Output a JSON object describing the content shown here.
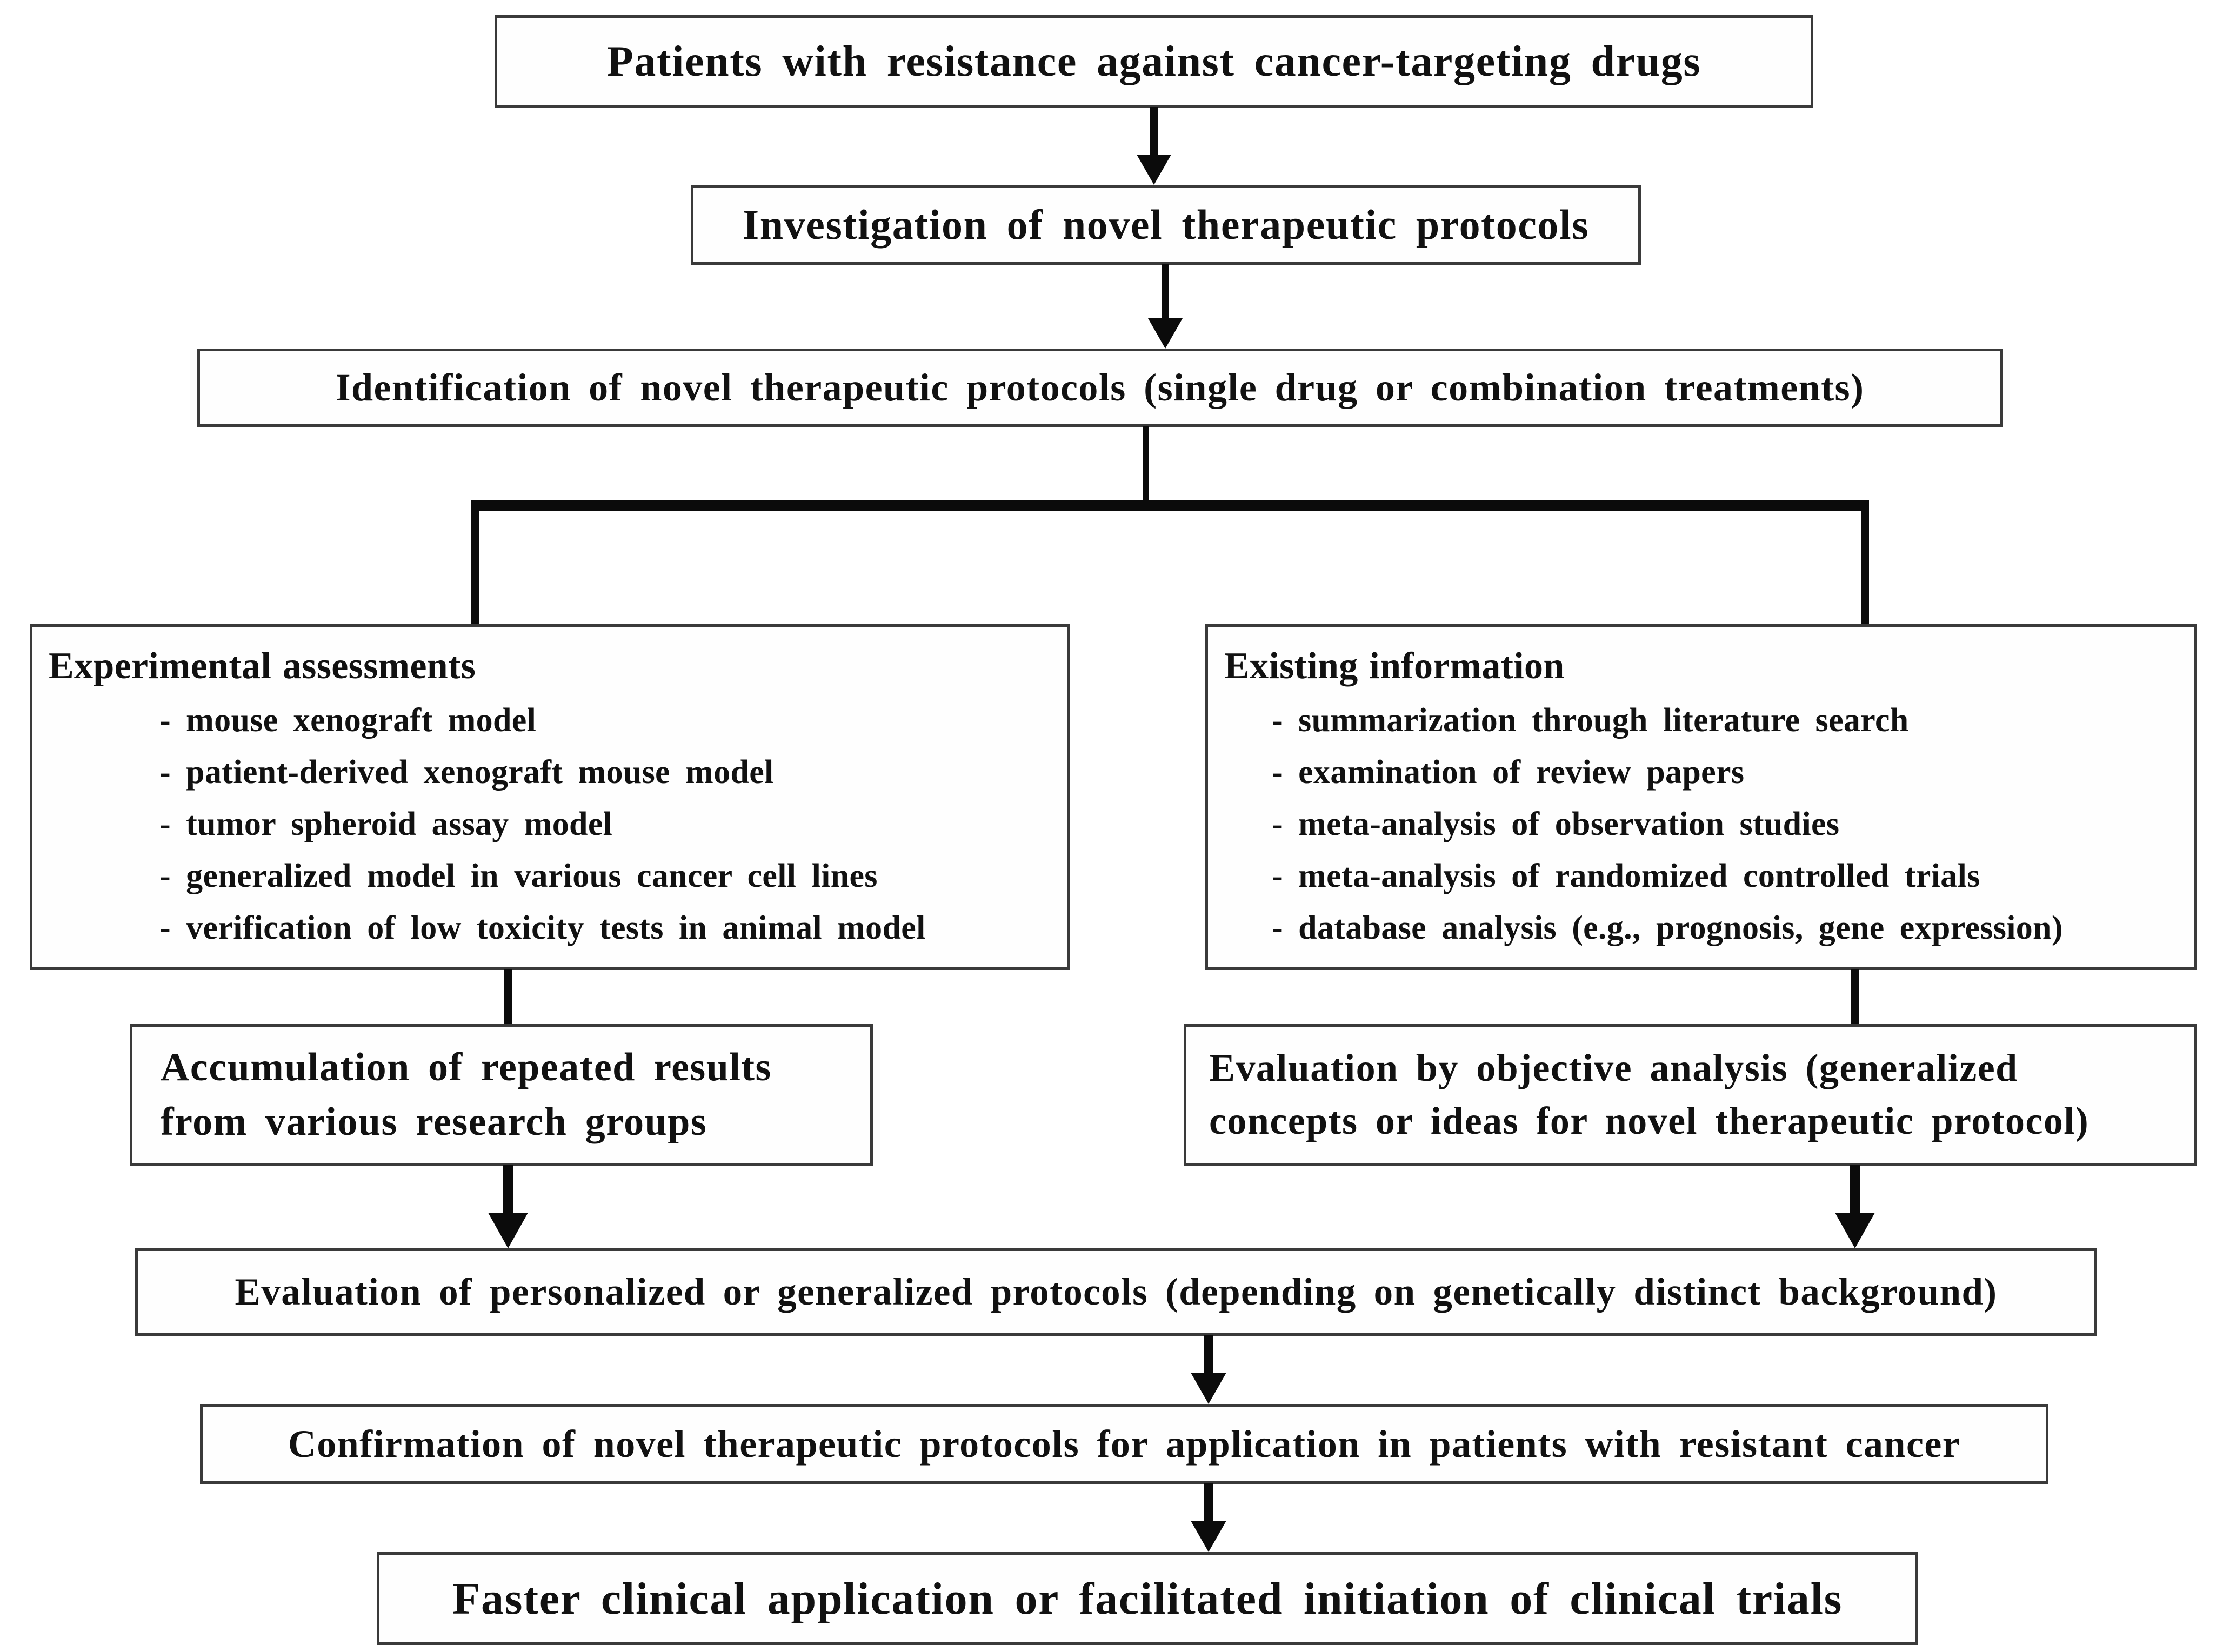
{
  "figure": {
    "type": "flowchart",
    "background": "#ffffff",
    "box_background": "#fefefe",
    "border_color": "#3a3a3a",
    "text_color": "#111111",
    "connector_color": "#0b0b0b"
  },
  "nodes": {
    "patients": {
      "label": "Patients with resistance against cancer-targeting drugs"
    },
    "investigation": {
      "label": "Investigation of novel therapeutic protocols"
    },
    "identification": {
      "label": "Identification of novel therapeutic protocols (single drug or combination treatments)"
    },
    "experimental": {
      "title": "Experimental assessments",
      "items": [
        "- mouse xenograft model",
        "- patient-derived xenograft mouse model",
        "- tumor spheroid assay model",
        "- generalized model in various cancer cell lines",
        "- verification of low toxicity tests in animal model"
      ]
    },
    "existing": {
      "title": "Existing information",
      "items": [
        "- summarization through literature search",
        "- examination of review papers",
        "- meta-analysis of observation studies",
        "- meta-analysis of randomized controlled trials",
        "- database analysis (e.g., prognosis, gene expression)"
      ]
    },
    "accumulation": {
      "label": "Accumulation of repeated results from various research groups",
      "lines": [
        "Accumulation of repeated results",
        "from various research groups"
      ]
    },
    "objective": {
      "label": "Evaluation by objective analysis (generalized concepts or ideas for novel therapeutic protocol)",
      "lines": [
        "Evaluation by objective analysis (generalized",
        "concepts or ideas for novel therapeutic protocol)"
      ]
    },
    "personalized": {
      "label": "Evaluation of personalized or generalized protocols (depending on genetically distinct background)"
    },
    "confirmation": {
      "label": "Confirmation of novel therapeutic protocols for application in patients with resistant cancer"
    },
    "faster": {
      "label": "Faster clinical application or facilitated initiation of clinical trials"
    }
  },
  "edges": [
    {
      "from": "patients",
      "to": "investigation",
      "arrowhead": true
    },
    {
      "from": "investigation",
      "to": "identification",
      "arrowhead": true
    },
    {
      "from": "identification",
      "to": "experimental",
      "arrowhead": false
    },
    {
      "from": "identification",
      "to": "existing",
      "arrowhead": false
    },
    {
      "from": "experimental",
      "to": "accumulation",
      "arrowhead": false
    },
    {
      "from": "existing",
      "to": "objective",
      "arrowhead": false
    },
    {
      "from": "accumulation",
      "to": "personalized",
      "arrowhead": true
    },
    {
      "from": "objective",
      "to": "personalized",
      "arrowhead": true
    },
    {
      "from": "personalized",
      "to": "confirmation",
      "arrowhead": true
    },
    {
      "from": "confirmation",
      "to": "faster",
      "arrowhead": true
    }
  ]
}
